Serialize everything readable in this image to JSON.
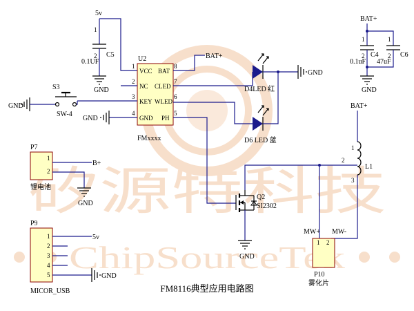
{
  "caption": "FM8116典型应用电路图",
  "watermark": {
    "cn": "矽源特科技",
    "en": "ChipSourceTek"
  },
  "colors": {
    "wire": "#1a1a8c",
    "led": "#1a1a8c",
    "chip_fill": "#ffffc4",
    "chip_border": "#8b0000",
    "watermark": "#f2c5a2"
  },
  "icons": [
    "ground-icon",
    "led-icon",
    "capacitor-icon",
    "switch-icon",
    "mosfet-icon",
    "inductor-icon"
  ],
  "u2": {
    "ref": "U2",
    "part": "FMxxxx",
    "pins_left": [
      {
        "num": "1",
        "name": "VCC"
      },
      {
        "num": "2",
        "name": "NC"
      },
      {
        "num": "3",
        "name": "KEY"
      },
      {
        "num": "4",
        "name": "GND"
      }
    ],
    "pins_right": [
      {
        "num": "8",
        "name": "BAT"
      },
      {
        "num": "7",
        "name": "CLED"
      },
      {
        "num": "6",
        "name": "WLED"
      },
      {
        "num": "5",
        "name": "PH"
      }
    ]
  },
  "nets": {
    "v5": "5v",
    "gnd": "GND",
    "bat_plus": "BAT+",
    "b_plus": "B+",
    "mw_plus": "MW+",
    "mw_minus": "MW-"
  },
  "c5": {
    "ref": "C5",
    "value": "0.1UF",
    "pin1": "1",
    "pin2": "2"
  },
  "c4": {
    "ref": "C4",
    "value": "0.1uF",
    "pin1": "1",
    "pin2": "2"
  },
  "c6": {
    "ref": "C6",
    "value": "47uF",
    "pin1": "1",
    "pin2": "2"
  },
  "s3": {
    "ref": "S3",
    "value": "SW-4"
  },
  "d4": {
    "label": "D4LED 红"
  },
  "d6": {
    "label": "D6 LED 蓝"
  },
  "q2": {
    "ref": "Q2",
    "part": "SI2302"
  },
  "l1": {
    "ref": "L1",
    "pins": [
      "1",
      "2",
      "3"
    ]
  },
  "p7": {
    "ref": "P7",
    "name": "锂电池",
    "pins": [
      "1",
      "2"
    ]
  },
  "p9": {
    "ref": "P9",
    "name": "MICOR_USB",
    "pins": [
      "1",
      "2",
      "3",
      "4",
      "5"
    ]
  },
  "p10": {
    "ref": "P10",
    "name": "雾化片",
    "pin1": "1",
    "pin2": "2"
  }
}
